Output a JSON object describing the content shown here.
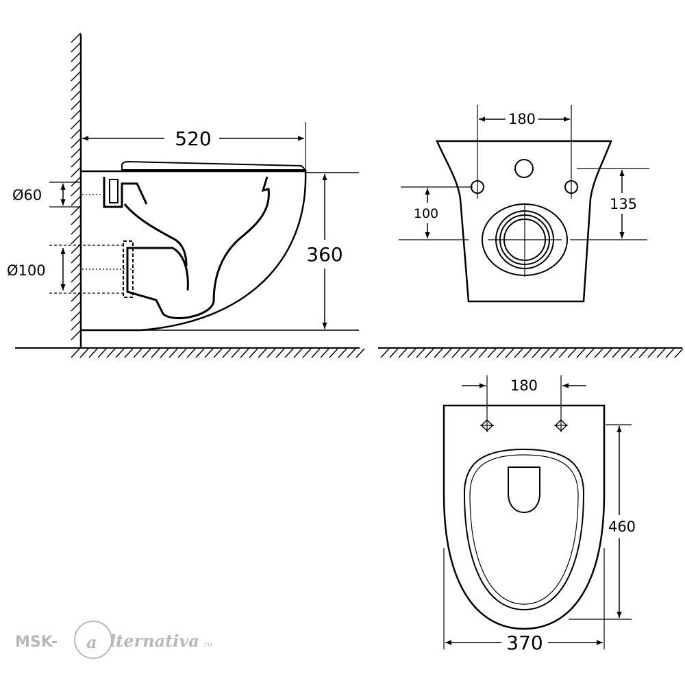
{
  "side_view": {
    "width_label": "520",
    "height_label": "360",
    "inlet_diameter_label": "Ø60",
    "outlet_diameter_label": "Ø100"
  },
  "front_view": {
    "bolt_spacing_label": "180",
    "outlet_height_label": "100",
    "bolt_height_label": "135"
  },
  "top_view": {
    "bolt_spacing_label": "180",
    "length_label": "460",
    "width_label": "370"
  },
  "watermark": {
    "prefix": "MSK-",
    "letter": "a",
    "suffix": "lternativa",
    "domain": ".ru"
  },
  "colors": {
    "line": "#000000",
    "watermark": "#b8b8b8"
  }
}
